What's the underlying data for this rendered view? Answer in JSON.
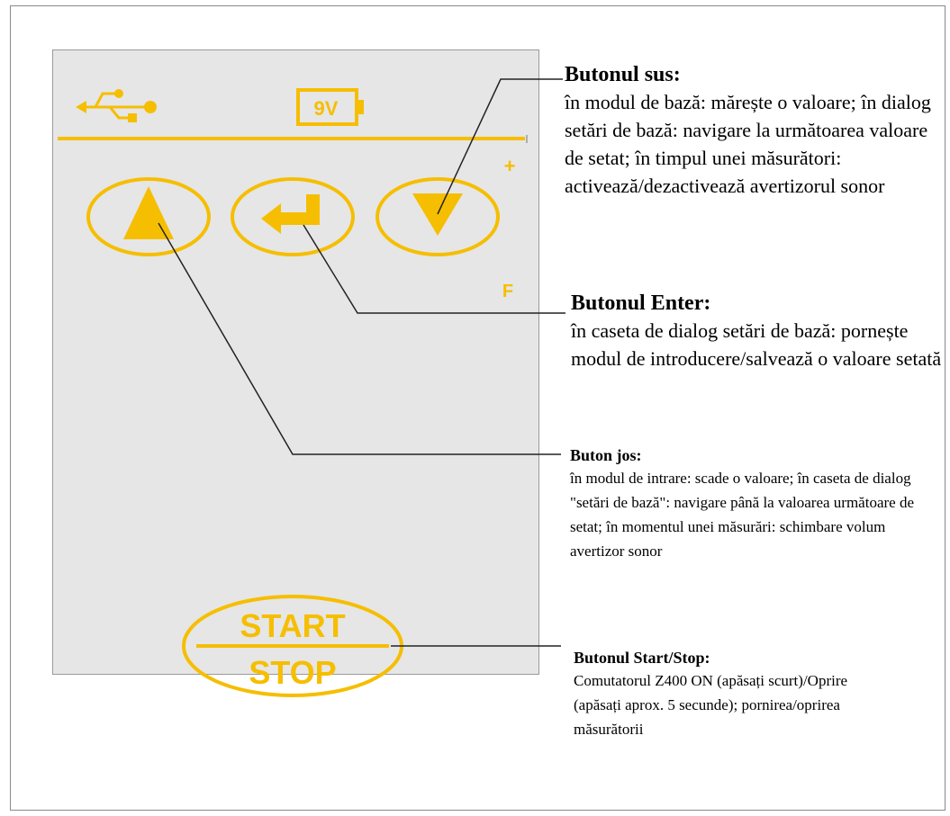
{
  "device": {
    "battery_label": "9V",
    "plus_label": "+",
    "f_label": "F",
    "start_label": "START",
    "stop_label": "STOP",
    "icons": [
      "usb-icon",
      "battery-icon",
      "up-arrow-icon",
      "enter-icon",
      "down-arrow-icon"
    ],
    "accent_color": "#f6be00"
  },
  "labels": {
    "up": {
      "title": "Butonul sus:",
      "body": "în modul de bază: mărește o valoare; în dialog setări de bază: navigare la următoarea valoare de setat; în timpul unei măsurători: activează/dezactivează avertizorul sonor"
    },
    "enter": {
      "title": "Butonul Enter:",
      "body": "în caseta de dialog setări de bază: pornește modul de introducere/salvează o valoare setată"
    },
    "down": {
      "title": "Buton jos:",
      "body": "în modul de intrare: scade o valoare; în caseta de dialog \"setări de bază\": navigare până la valoarea următoare de setat; în momentul unei măsurări: schimbare volum avertizor sonor"
    },
    "startstop": {
      "title": "Butonul Start/Stop:",
      "body": "Comutatorul Z400 ON (apăsați scurt)/Oprire (apăsați aprox. 5 secunde); pornirea/oprirea măsurătorii"
    }
  }
}
